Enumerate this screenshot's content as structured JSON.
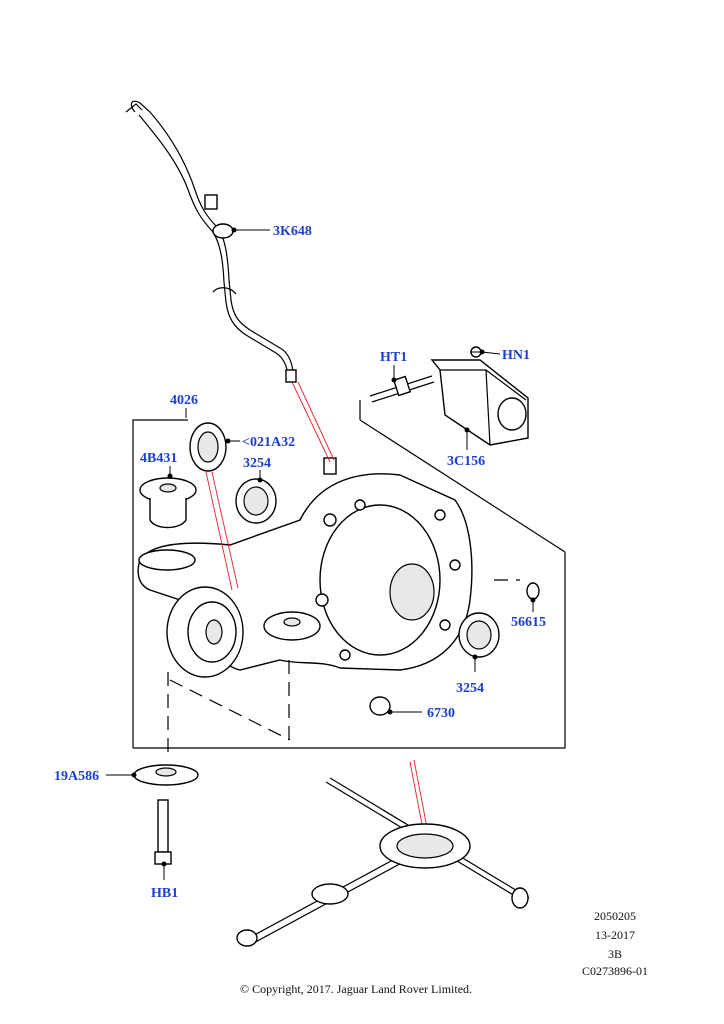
{
  "callouts": [
    {
      "id": "3k648",
      "text": "3K648"
    },
    {
      "id": "ht1",
      "text": "HT1"
    },
    {
      "id": "hn1",
      "text": "HN1"
    },
    {
      "id": "4026",
      "text": "4026"
    },
    {
      "id": "021a32",
      "text": "<021A32"
    },
    {
      "id": "4b431",
      "text": "4B431"
    },
    {
      "id": "3254-a",
      "text": "3254"
    },
    {
      "id": "3c156",
      "text": "3C156"
    },
    {
      "id": "56615",
      "text": "56615"
    },
    {
      "id": "3254-b",
      "text": "3254"
    },
    {
      "id": "6730",
      "text": "6730"
    },
    {
      "id": "19a586",
      "text": "19A586"
    },
    {
      "id": "hb1",
      "text": "HB1"
    }
  ],
  "info": {
    "line1": "2050205",
    "line2": "13-2017",
    "line3": "3B",
    "line4": "C0273896-01"
  },
  "copyright": "© Copyright, 2017. Jaguar Land Rover Limited.",
  "colors": {
    "callout": "#1d3fcf",
    "leader_red": "#e3242b"
  }
}
